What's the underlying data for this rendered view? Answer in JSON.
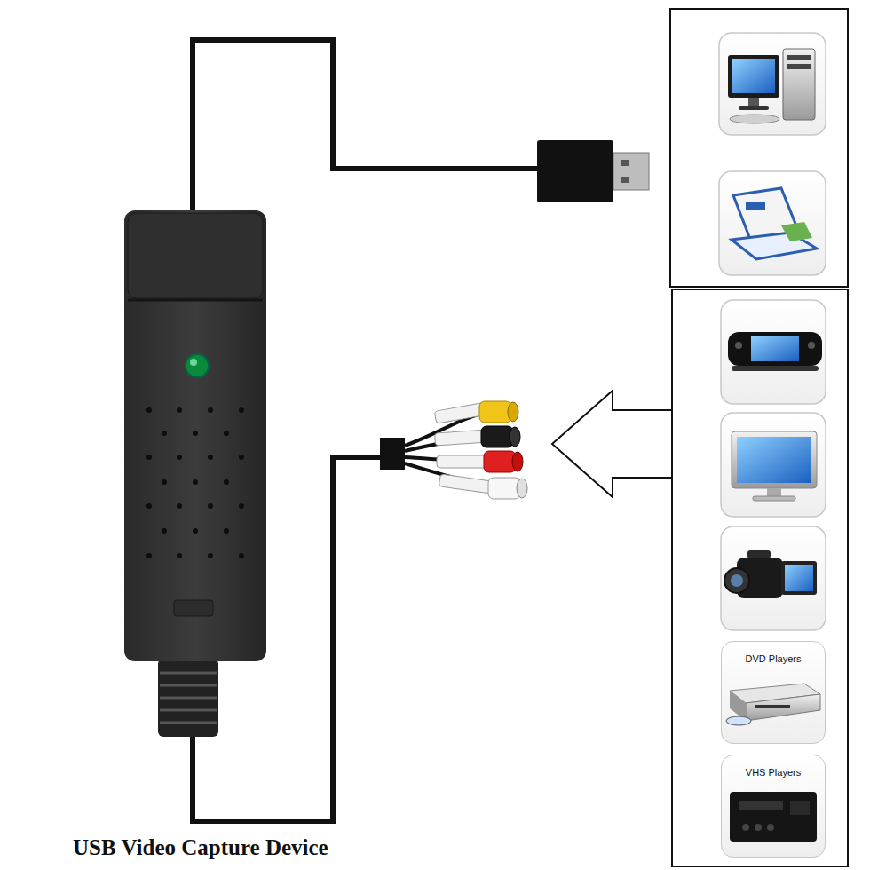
{
  "diagram": {
    "caption": "USB Video Capture Device",
    "nodes": [
      {
        "text": [
          "DVD Players"
        ]
      },
      {
        "text": [
          "VHS Players"
        ]
      }
    ]
  }
}
